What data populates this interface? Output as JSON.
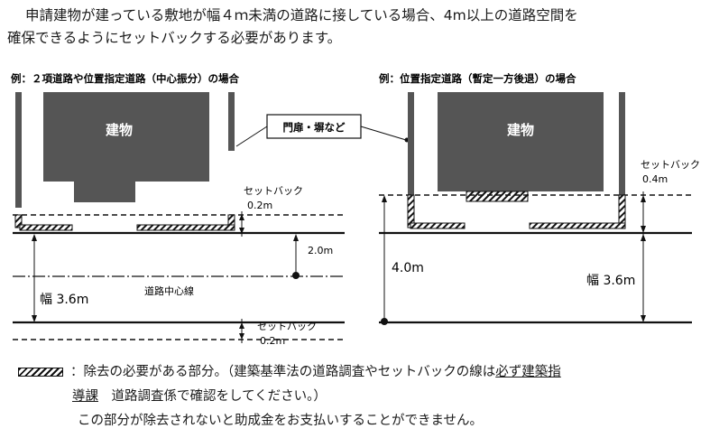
{
  "intro": {
    "line1": "申請建物が建っている敷地が幅４ｍ未満の道路に接している場合、4m以上の道路空間を",
    "line2": "確保できるようにセットバックする必要があります。"
  },
  "left_diagram": {
    "title": "例：２項道路や位置指定道路（中心振分）の場合",
    "building_label": "建物",
    "setback_top_label": "セットバック",
    "setback_top_value": "0.2m",
    "half_width_label": "2.0m",
    "centerline_label": "道路中心線",
    "road_width_label": "幅 3.6m",
    "setback_bottom_label": "セットバック",
    "setback_bottom_value": "0.2m"
  },
  "callout": {
    "label": "門扉・塀など"
  },
  "right_diagram": {
    "title": "例：位置指定道路（暫定一方後退）の場合",
    "building_label": "建物",
    "setback_label": "セットバック",
    "setback_value": "0.4m",
    "required_width_label": "4.0m",
    "road_width_label": "幅 3.6m"
  },
  "legend": {
    "line1_prefix": "：除去の必要がある部分。（建築基準法の道路調査やセットバックの線は",
    "line1_emphasis": "必ず建築指",
    "line2_emphasis": "導課",
    "line2_suffix": "道路調査係で確認をしてください。）",
    "line3": "この部分が除去されないと助成金をお支払いすることができません。"
  },
  "colors": {
    "building": "#555555",
    "line": "#111111",
    "background": "#ffffff"
  }
}
